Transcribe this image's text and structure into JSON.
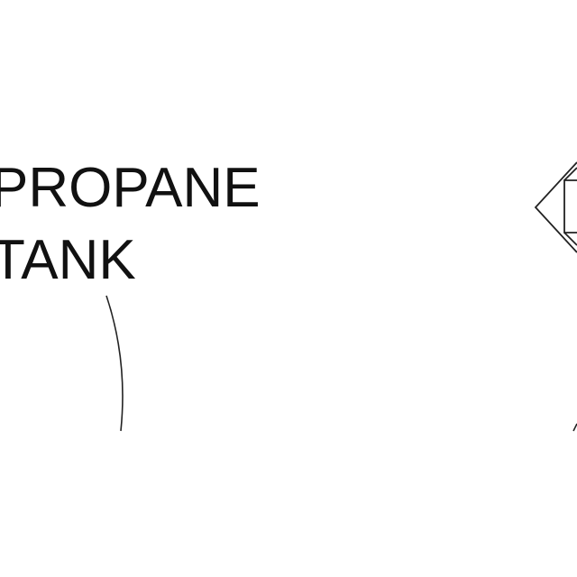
{
  "label": {
    "line1": "PROPANE",
    "line2": "TANK"
  },
  "colors": {
    "background": "#ffffff",
    "stroke": "#222222",
    "text": "#111111"
  },
  "symbols": {
    "leader": "leader-line",
    "valve": "valve-symbol"
  }
}
